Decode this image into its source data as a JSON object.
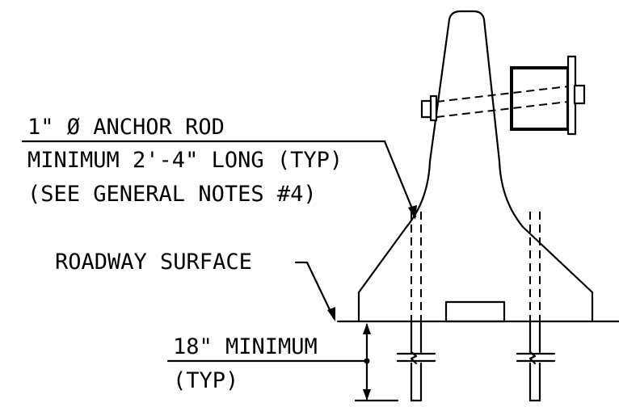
{
  "notes": {
    "anchor_rod_line1": "1\" Ø ANCHOR ROD",
    "anchor_rod_line2": "MINIMUM 2'-4\" LONG (TYP)",
    "anchor_rod_line3": "(SEE GENERAL NOTES #4)",
    "roadway_surface": "ROADWAY SURFACE",
    "depth_line1": "18\" MINIMUM",
    "depth_line2": "(TYP)"
  }
}
